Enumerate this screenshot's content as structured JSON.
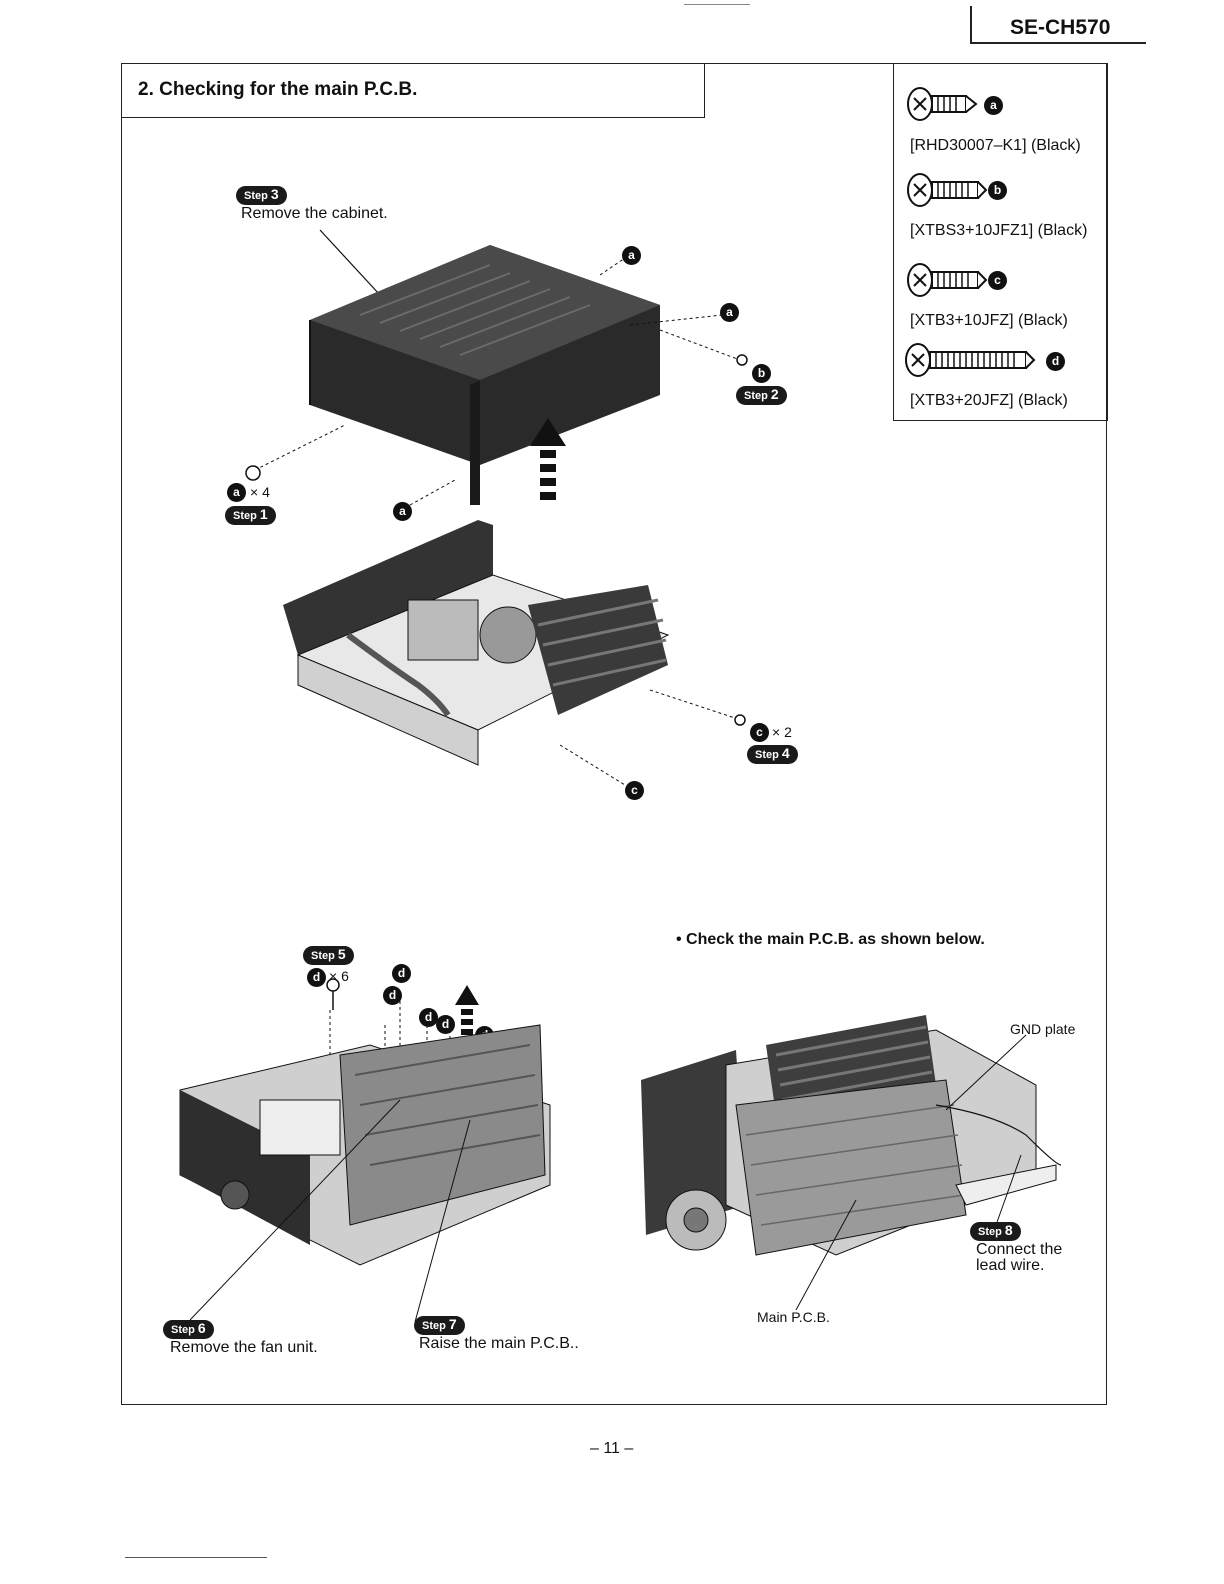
{
  "header": {
    "model": "SE-CH570"
  },
  "section": {
    "title": "2. Checking for the main P.C.B."
  },
  "legend": {
    "items": [
      {
        "letter": "a",
        "code": "[RHD30007–K1] (Black)"
      },
      {
        "letter": "b",
        "code": "[XTBS3+10JFZ1] (Black)"
      },
      {
        "letter": "c",
        "code": "[XTB3+10JFZ] (Black)"
      },
      {
        "letter": "d",
        "code": "[XTB3+20JFZ] (Black)"
      }
    ]
  },
  "steps": {
    "word": "Step",
    "s1": {
      "num": "1"
    },
    "s2": {
      "num": "2"
    },
    "s3": {
      "num": "3",
      "text": "Remove the cabinet."
    },
    "s4": {
      "num": "4"
    },
    "s5": {
      "num": "5"
    },
    "s6": {
      "num": "6",
      "text": "Remove the fan unit."
    },
    "s7": {
      "num": "7",
      "text": "Raise the main P.C.B.."
    },
    "s8": {
      "num": "8",
      "text_line1": "Connect the",
      "text_line2": "lead wire."
    }
  },
  "counts": {
    "a_x4": "× 4",
    "c_x2": "× 2",
    "d_x6": "× 6"
  },
  "letters": {
    "a": "a",
    "b": "b",
    "c": "c",
    "d": "d"
  },
  "check": {
    "text": "• Check the main P.C.B. as shown below."
  },
  "labels": {
    "gnd_plate": "GND plate",
    "main_pcb": "Main P.C.B."
  },
  "footer": {
    "page": "– 11 –"
  }
}
